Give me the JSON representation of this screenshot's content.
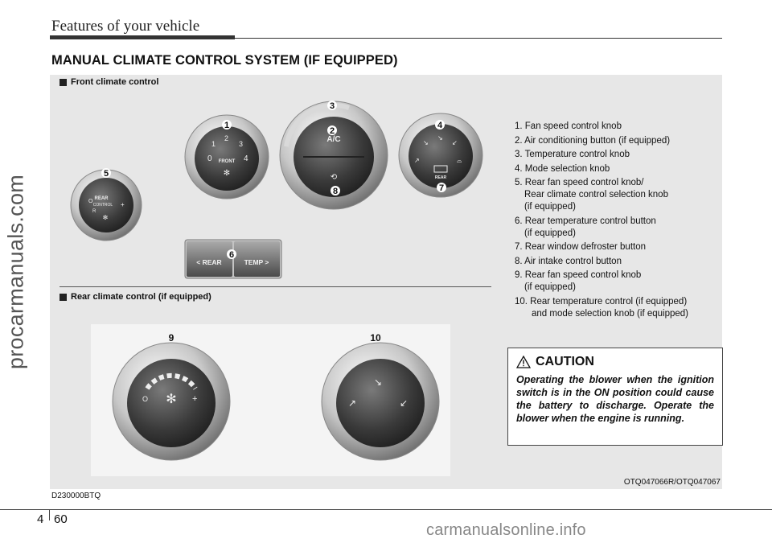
{
  "header": {
    "title": "Features of your vehicle"
  },
  "side_watermark": "procarmanuals.com",
  "section_title": "MANUAL CLIMATE CONTROL SYSTEM (IF EQUIPPED)",
  "front": {
    "heading": "Front climate control",
    "knob1": {
      "callout": "1",
      "marks": [
        "0",
        "1",
        "2",
        "3",
        "4"
      ],
      "label": "FRONT"
    },
    "knob2": {
      "callout": "2",
      "label": "A/C"
    },
    "knob3": {
      "callout": "3"
    },
    "knob4": {
      "callout": "4",
      "label": "REAR"
    },
    "knob5": {
      "callout": "5",
      "label_line1": "REAR",
      "label_line2": "CONTROL",
      "left_mark": "O",
      "right_mark": "+",
      "r_mark": "R"
    },
    "rear_buttons": {
      "callout": "6",
      "left_label": "< REAR",
      "right_label": "TEMP >"
    },
    "callout7": "7",
    "callout8": "8"
  },
  "rear": {
    "heading": "Rear climate control (if equipped)",
    "knob9": {
      "callout": "9",
      "left_mark": "O",
      "right_mark": "+"
    },
    "knob10": {
      "callout": "10"
    }
  },
  "legend": [
    {
      "lines": [
        "1. Fan speed control knob"
      ]
    },
    {
      "lines": [
        "2. Air conditioning button (if equipped)"
      ]
    },
    {
      "lines": [
        "3. Temperature control knob"
      ]
    },
    {
      "lines": [
        "4. Mode selection knob"
      ]
    },
    {
      "lines": [
        "5. Rear fan speed control knob/",
        "Rear climate control selection knob",
        "(if equipped)"
      ]
    },
    {
      "lines": [
        "6. Rear temperature control button",
        "(if equipped)"
      ]
    },
    {
      "lines": [
        "7. Rear window defroster button"
      ]
    },
    {
      "lines": [
        "8. Air intake control button"
      ]
    },
    {
      "lines": [
        "9. Rear fan speed control knob",
        "(if equipped)"
      ]
    },
    {
      "lines": [
        "10. Rear temperature control (if equipped)",
        "and mode selection knob (if equipped)"
      ]
    }
  ],
  "caution": {
    "title": "CAUTION",
    "body": "Operating the blower when the ignition switch is in the ON position could cause the battery to discharge. Operate the blower when the engine is running."
  },
  "figure_code": "OTQ047066R/OTQ047067",
  "doc_code": "D230000BTQ",
  "footer": {
    "chapter": "4",
    "page": "60"
  },
  "bottom_watermark": "carmanualsonline.info"
}
